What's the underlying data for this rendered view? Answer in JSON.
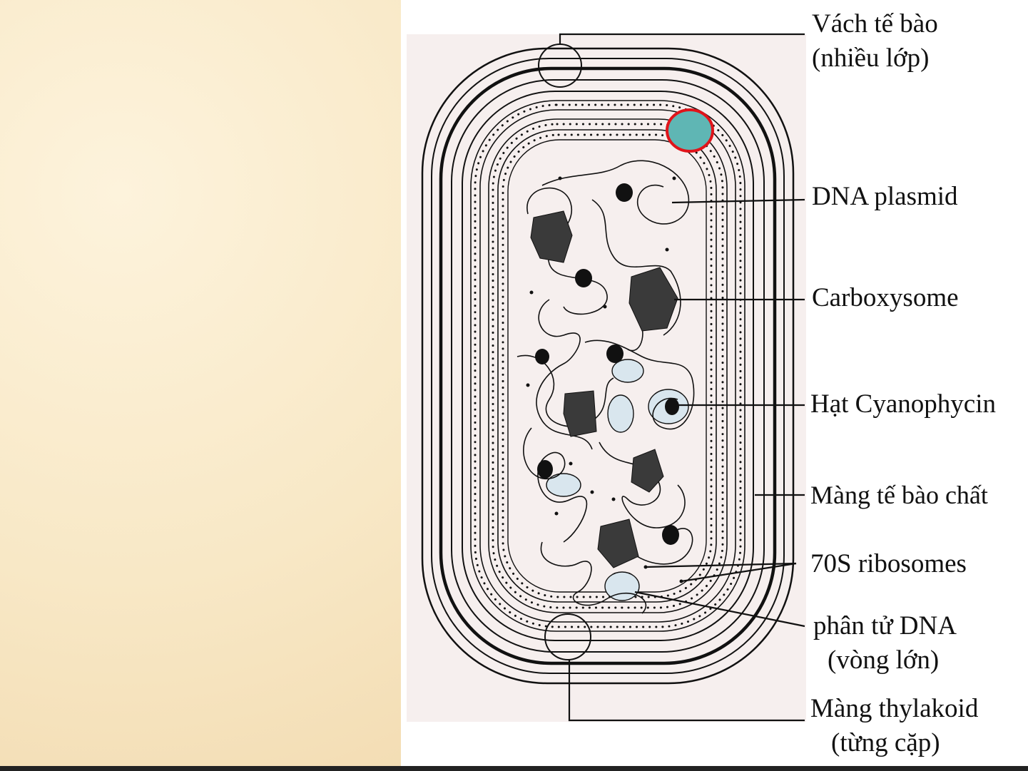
{
  "labels": {
    "cell_wall": "Vách tế bào",
    "cell_wall_sub": "(nhiều lớp)",
    "dna_plasmid": "DNA plasmid",
    "carboxysome": "Carboxysome",
    "cyanophycin": "Hạt Cyanophycin",
    "plasma_membrane": "Màng tế bào chất",
    "ribosomes": "70S ribosomes",
    "dna_molecule": "phân tử DNA",
    "dna_molecule_sub": "(vòng lớn)",
    "thylakoid": "Màng thylakoid",
    "thylakoid_sub": "(từng cặp)"
  },
  "colors": {
    "highlight_fill": "#5fb6b4",
    "highlight_stroke": "#e0141a",
    "granule": "#d9e6ee",
    "ink": "#111111"
  }
}
